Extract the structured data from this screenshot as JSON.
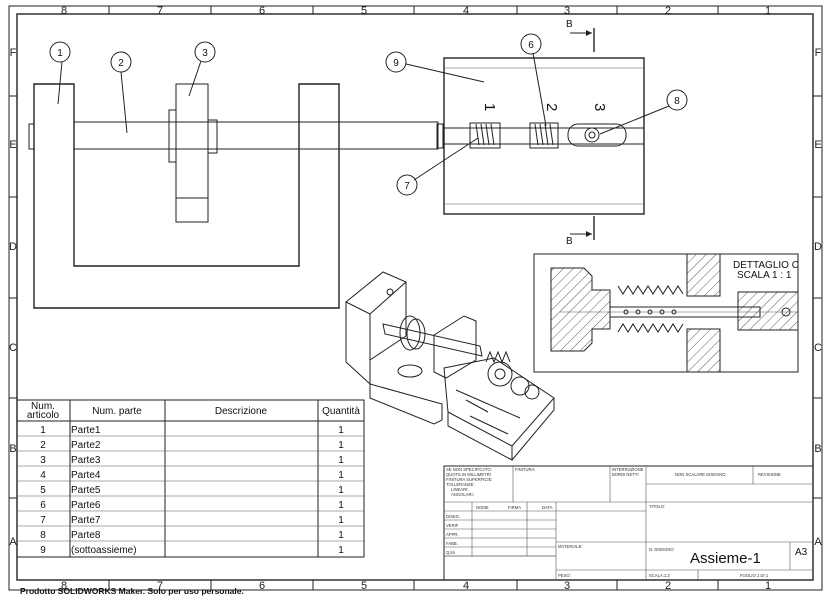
{
  "sheet": {
    "zones_h": [
      "8",
      "7",
      "6",
      "5",
      "4",
      "3",
      "2",
      "1"
    ],
    "zones_v": [
      "F",
      "E",
      "D",
      "C",
      "B",
      "A"
    ]
  },
  "views": {
    "section_label": "B",
    "detail_label_line1": "DETTAGLIO C",
    "detail_label_line2": "SCALA 1 : 1",
    "gear_marks": [
      "1",
      "2",
      "3"
    ]
  },
  "balloons": [
    "1",
    "2",
    "3",
    "6",
    "7",
    "8",
    "9"
  ],
  "bom": {
    "headers": {
      "item_line1": "Num.",
      "item_line2": "articolo",
      "part": "Num. parte",
      "desc": "Descrizione",
      "qty": "Quantità"
    },
    "rows": [
      {
        "num": "1",
        "part": "Parte1",
        "desc": "",
        "qty": "1"
      },
      {
        "num": "2",
        "part": "Parte2",
        "desc": "",
        "qty": "1"
      },
      {
        "num": "3",
        "part": "Parte3",
        "desc": "",
        "qty": "1"
      },
      {
        "num": "4",
        "part": "Parte4",
        "desc": "",
        "qty": "1"
      },
      {
        "num": "5",
        "part": "Parte5",
        "desc": "",
        "qty": "1"
      },
      {
        "num": "6",
        "part": "Parte6",
        "desc": "",
        "qty": "1"
      },
      {
        "num": "7",
        "part": "Parte7",
        "desc": "",
        "qty": "1"
      },
      {
        "num": "8",
        "part": "Parte8",
        "desc": "",
        "qty": "1"
      },
      {
        "num": "9",
        "part": "(sottoassieme)",
        "desc": "",
        "qty": "1"
      }
    ]
  },
  "title_block": {
    "notes": [
      "SE NON SPECIFICATO:",
      "QUOTE IN MILLIMETRI",
      "FINITURA SUPERFICIE:",
      "TOLLERANZE:",
      "LINEARI:",
      "ANGOLARI:"
    ],
    "finish": "FINITURA:",
    "deburr_line1": "INTERRUZIONE",
    "deburr_line2": "BORDI NETTI",
    "no_scale": "NON SCALARE DISEGNO",
    "revision": "REVISIONE",
    "col_name": "NOME",
    "col_sign": "FIRMA",
    "col_date": "DATA",
    "roles": [
      "DISEG.",
      "VERIF.",
      "APPR.",
      "FABB.",
      "Q.ità"
    ],
    "title": "TITOLO:",
    "material": "MATERIALE:",
    "drawing_no": "N. DISEGNO",
    "drawing_name": "Assieme-1",
    "size": "A3",
    "weight": "PESO:",
    "scale": "SCALA:1:2",
    "sheet": "FOGLIO 1 DI 1"
  },
  "footer": "Prodotto SOLIDWORKS Maker. Solo per uso personale."
}
